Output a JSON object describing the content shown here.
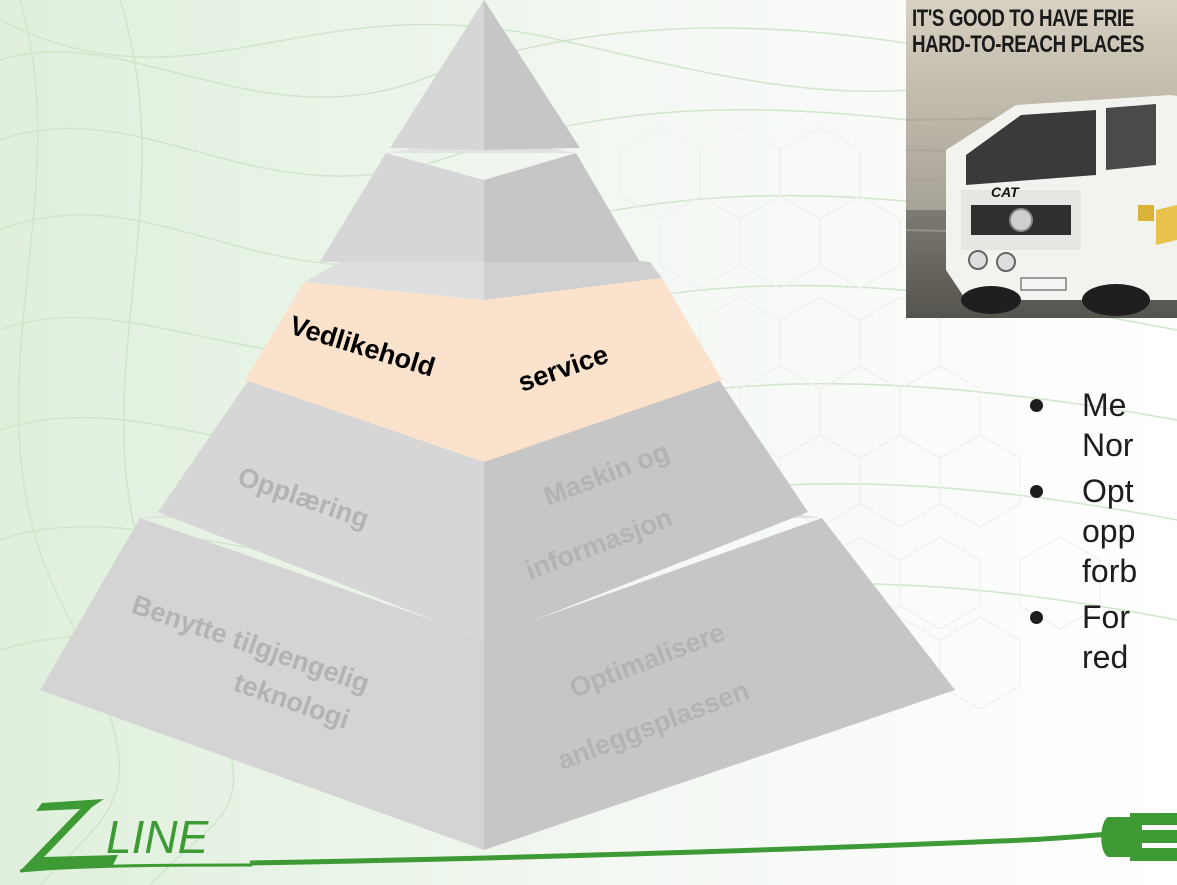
{
  "pyramid": {
    "highlight_left": "Vedlikehold",
    "highlight_right": "service",
    "tier3_left": "Opplæring",
    "tier3_right_line1": "Maskin og",
    "tier3_right_line2": "informasjon",
    "base_left_line1": "Benytte tilgjengelig",
    "base_left_line2": "teknologi",
    "base_right_line1": "Optimalisere",
    "base_right_line2": "anleggsplassen"
  },
  "photo": {
    "headline_line1": "IT'S GOOD TO HAVE FRIE",
    "headline_line2": "HARD-TO-REACH PLACES",
    "van_badge": "CAT"
  },
  "bullets": [
    {
      "lines": [
        "Me",
        "Nor"
      ]
    },
    {
      "lines": [
        "Opt",
        "opp",
        "forb"
      ]
    },
    {
      "lines": [
        "For",
        "red"
      ]
    }
  ],
  "logo": {
    "text": "LINE",
    "letter": "Z"
  },
  "colors": {
    "pyramid_light": "#d4d4d4",
    "pyramid_dark": "#c4c4c4",
    "pyramid_top": "#dcdcdc",
    "highlight": "#fbe2cc",
    "grey_text": "#b3b3b3",
    "green": "#3e9a35"
  }
}
